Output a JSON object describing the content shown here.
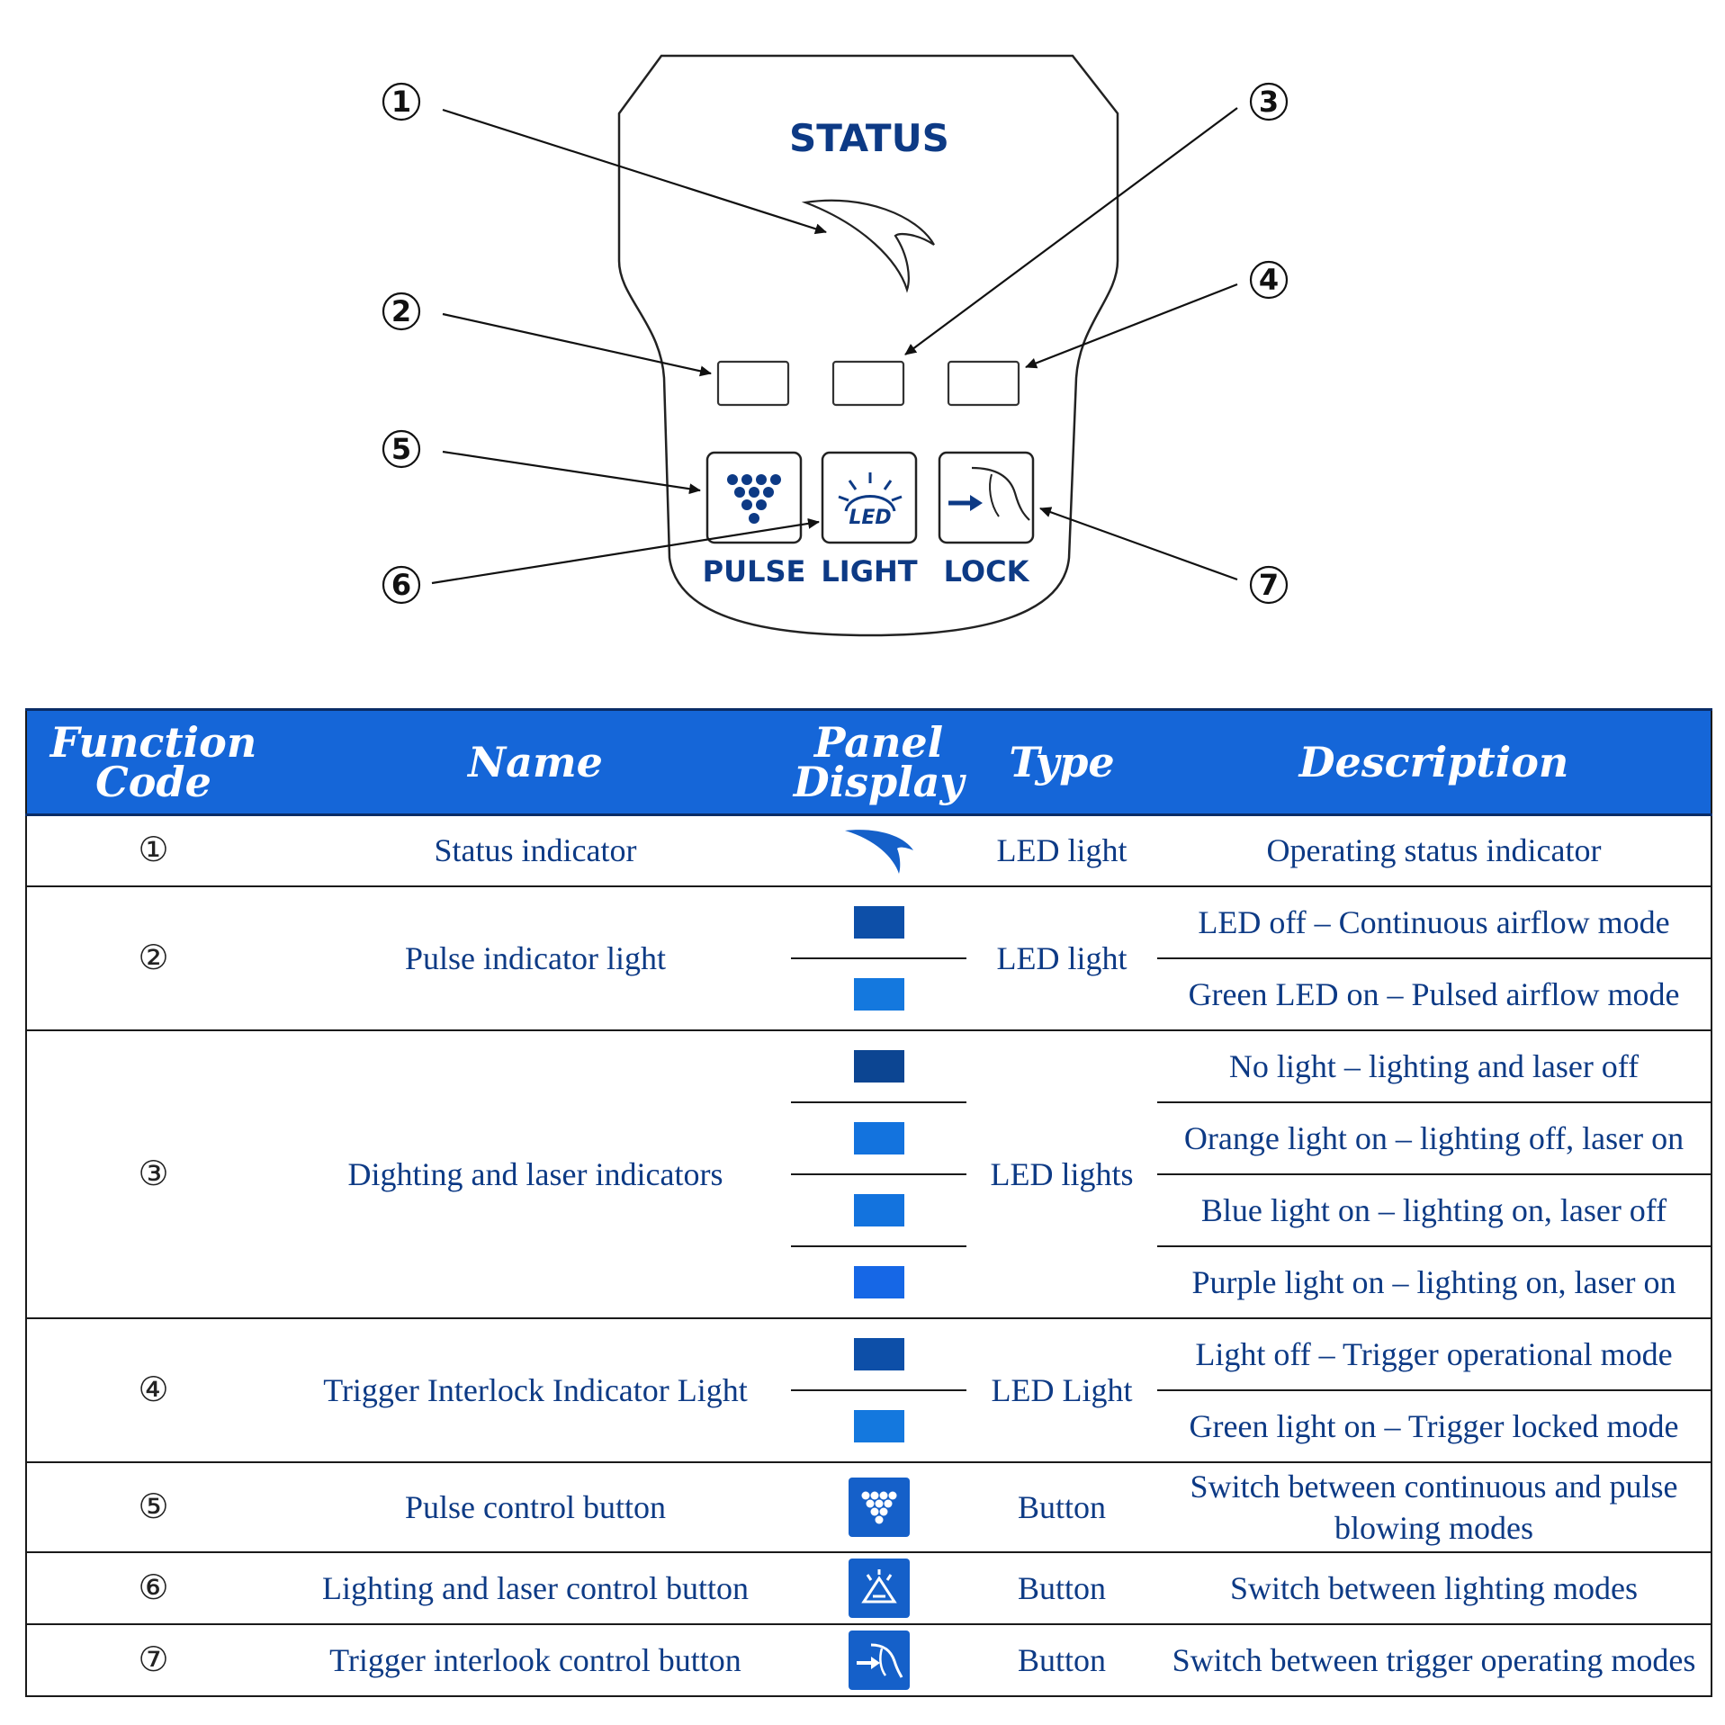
{
  "diagram": {
    "panel_title": "STATUS",
    "button_labels": [
      "PULSE",
      "LIGHT",
      "LOCK"
    ],
    "led_icon_text": "LED",
    "callouts": [
      "①",
      "②",
      "③",
      "④",
      "⑤",
      "⑥",
      "⑦"
    ]
  },
  "table": {
    "headers": {
      "code": [
        "Function",
        "Code"
      ],
      "name": "Name",
      "panel": [
        "Panel",
        "Display"
      ],
      "type": "Type",
      "description": "Description"
    },
    "rows": [
      {
        "code": "①",
        "name": "Status indicator",
        "type": "LED light",
        "descriptions": [
          "Operating status indicator"
        ],
        "panel": "status-icon"
      },
      {
        "code": "②",
        "name": "Pulse indicator light",
        "type": "LED light",
        "descriptions": [
          "LED off – Continuous airflow mode",
          "Green LED on – Pulsed airflow mode"
        ],
        "swatches": [
          "#0d4fa8",
          "#1478de"
        ]
      },
      {
        "code": "③",
        "name": "Dighting and laser indicators",
        "type": "LED lights",
        "descriptions": [
          "No light – lighting and laser off",
          "Orange light on – lighting off, laser on",
          "Blue light on – lighting on, laser off",
          "Purple light on – lighting on, laser on"
        ],
        "swatches": [
          "#0c4592",
          "#1373de",
          "#1373de",
          "#1667e6"
        ]
      },
      {
        "code": "④",
        "name": "Trigger Interlock Indicator Light",
        "type": "LED Light",
        "descriptions": [
          "Light off – Trigger operational mode",
          "Green light on – Trigger locked mode"
        ],
        "swatches": [
          "#0d4fa8",
          "#1478de"
        ]
      },
      {
        "code": "⑤",
        "name": "Pulse control button",
        "type": "Button",
        "descriptions": [
          "Switch between continuous and pulse blowing modes"
        ],
        "panel": "pulse-button-icon"
      },
      {
        "code": "⑥",
        "name": "Lighting and laser control button",
        "type": "Button",
        "descriptions": [
          "Switch between lighting modes"
        ],
        "panel": "light-button-icon"
      },
      {
        "code": "⑦",
        "name": "Trigger interlook control button",
        "type": "Button",
        "descriptions": [
          "Switch between trigger operating modes"
        ],
        "panel": "lock-button-icon"
      }
    ]
  },
  "colors": {
    "header_bg": "#1566d8",
    "text_blue": "#0d3a85",
    "icon_blue": "#1560c9"
  }
}
